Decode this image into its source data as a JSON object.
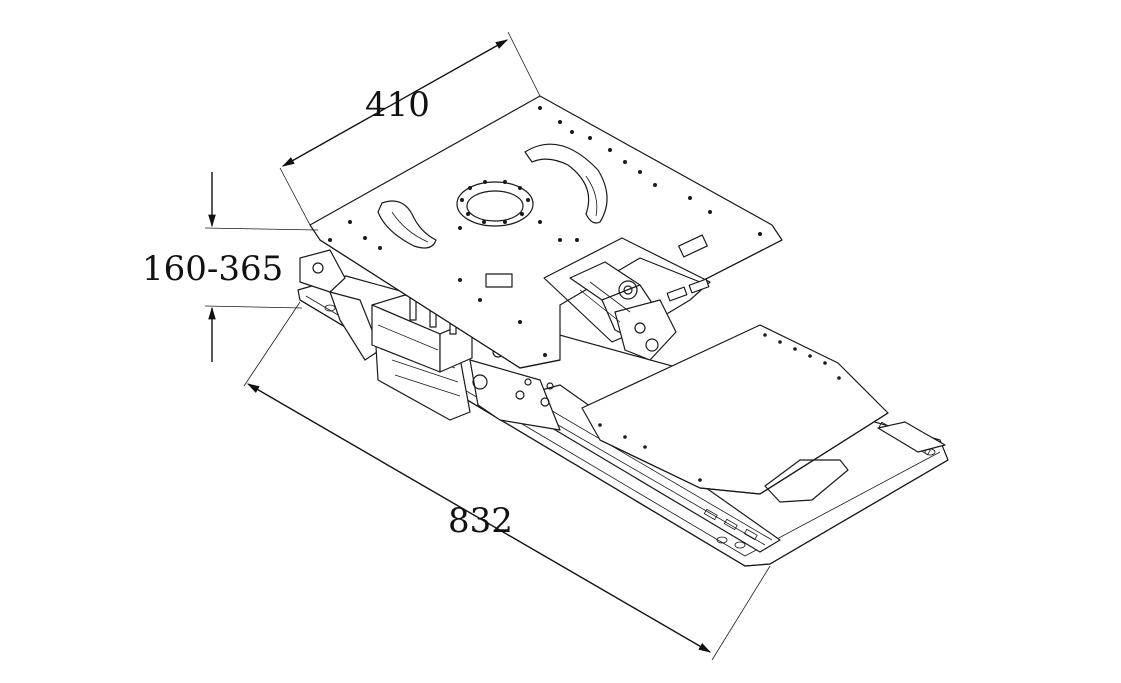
{
  "dimensions": {
    "width": "410",
    "height_range": "160-365",
    "length": "832"
  },
  "colors": {
    "line": "#1a1a1a",
    "background": "#ffffff"
  }
}
